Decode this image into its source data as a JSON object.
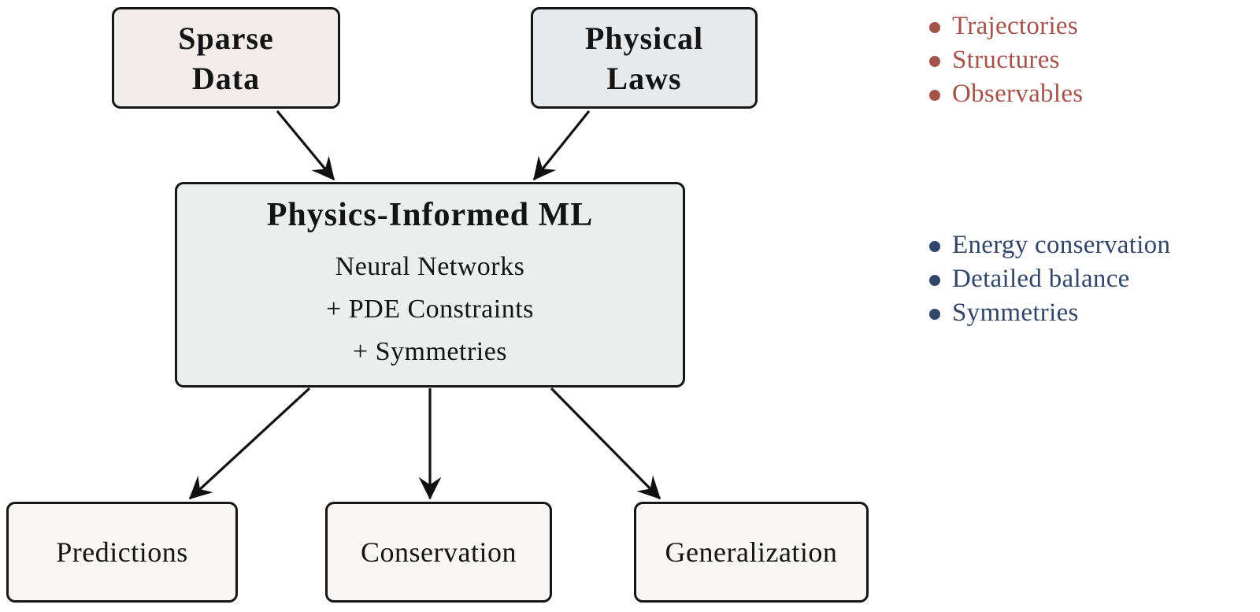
{
  "diagram": {
    "nodes": {
      "sparse_data": {
        "label": "Sparse Data",
        "fill": "#f2edeb"
      },
      "physical_laws": {
        "label": "Physical Laws",
        "fill": "#e7eaec"
      },
      "pinn": {
        "title": "Physics-Informed ML",
        "lines": [
          "Neural Networks",
          "+ PDE Constraints",
          "+ Symmetries"
        ],
        "fill": "#eceeed"
      },
      "predictions": {
        "label": "Predictions",
        "fill": "#f7f6f4"
      },
      "conservation": {
        "label": "Conservation",
        "fill": "#f7f6f4"
      },
      "generalization": {
        "label": "Generalization",
        "fill": "#f7f6f4"
      }
    },
    "lists": {
      "data_examples": {
        "color": "#a5524a",
        "items": [
          "Trajectories",
          "Structures",
          "Observables"
        ]
      },
      "law_examples": {
        "color": "#32466b",
        "items": [
          "Energy conservation",
          "Detailed balance",
          "Symmetries"
        ]
      }
    },
    "colors": {
      "arrow": "#111111",
      "box_border": "#161616"
    }
  }
}
